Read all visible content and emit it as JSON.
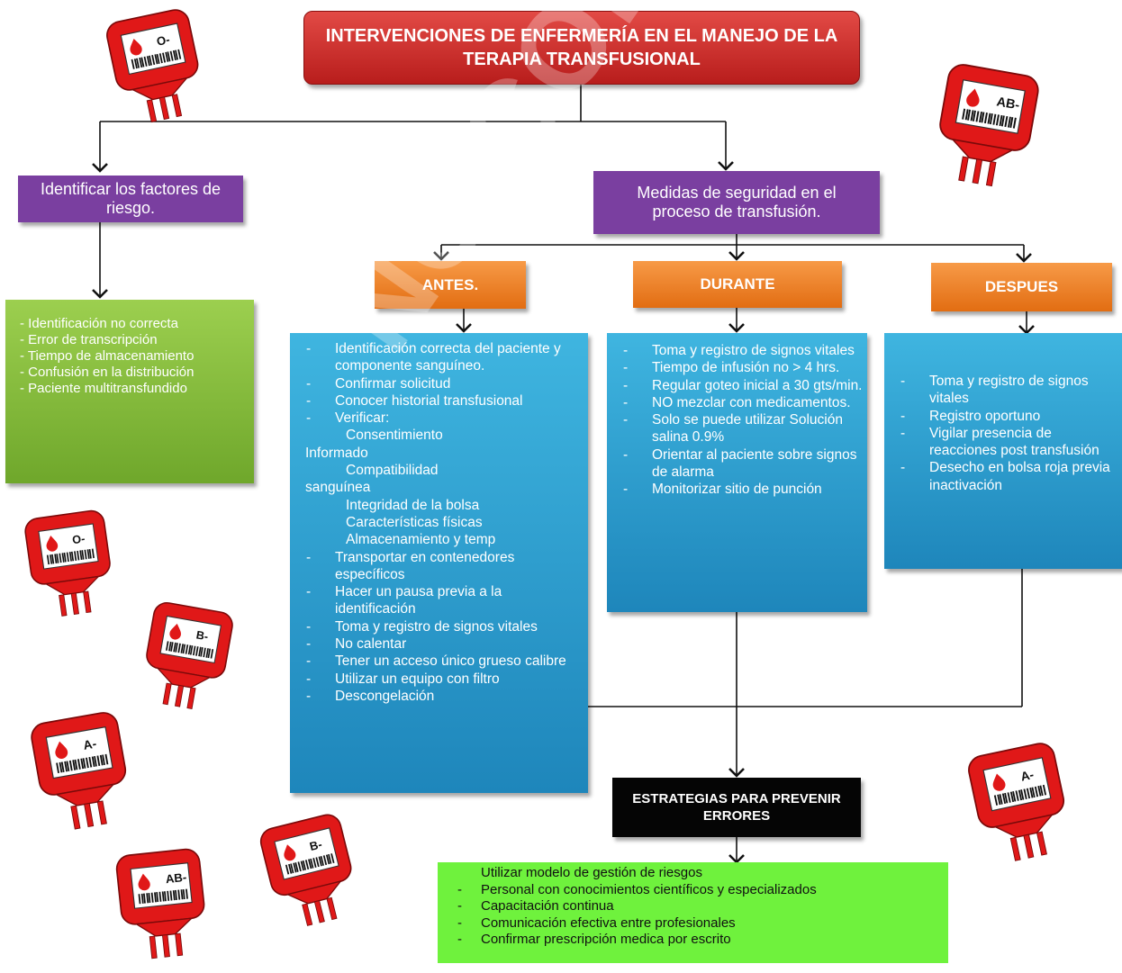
{
  "title": "INTERVENCIONES DE ENFERMERÍA EN EL MANEJO DE LA TERAPIA TRANSFUSIONAL",
  "left_branch": {
    "label": "Identificar los factores de riesgo.",
    "items": [
      "- Identificación no correcta",
      "- Error de transcripción",
      "- Tiempo de almacenamiento",
      "- Confusión en la distribución",
      "- Paciente multitransfundido"
    ]
  },
  "right_branch": {
    "label": "Medidas de seguridad en el proceso de transfusión."
  },
  "phases": {
    "antes": {
      "label": "ANTES.",
      "items": [
        {
          "t": "Identificación correcta del paciente y componente sanguíneo.",
          "k": "b"
        },
        {
          "t": "Confirmar solicitud",
          "k": "b"
        },
        {
          "t": "Conocer historial transfusional",
          "k": "b"
        },
        {
          "t": "Verificar:",
          "k": "b"
        },
        {
          "t": "Consentimiento",
          "k": "s"
        },
        {
          "t": "Informado",
          "k": "n"
        },
        {
          "t": "Compatibilidad",
          "k": "s"
        },
        {
          "t": "sanguínea",
          "k": "n"
        },
        {
          "t": "Integridad de la bolsa",
          "k": "s"
        },
        {
          "t": "Características físicas",
          "k": "s"
        },
        {
          "t": "Almacenamiento y temp",
          "k": "s"
        },
        {
          "t": "Transportar en contenedores específicos",
          "k": "b"
        },
        {
          "t": "Hacer un pausa previa a la identificación",
          "k": "b"
        },
        {
          "t": "Toma y registro de signos vitales",
          "k": "b"
        },
        {
          "t": "No calentar",
          "k": "b"
        },
        {
          "t": "Tener un acceso único grueso calibre",
          "k": "b"
        },
        {
          "t": "Utilizar un equipo con filtro",
          "k": "b"
        },
        {
          "t": "Descongelación",
          "k": "b"
        }
      ]
    },
    "durante": {
      "label": "DURANTE",
      "items": [
        {
          "t": "Toma y registro de signos vitales",
          "k": "b"
        },
        {
          "t": "Tiempo de infusión no > 4 hrs.",
          "k": "b"
        },
        {
          "t": "Regular goteo inicial a 30 gts/min.",
          "k": "b"
        },
        {
          "t": "NO mezclar con medicamentos.",
          "k": "b"
        },
        {
          "t": "Solo se puede utilizar Solución salina 0.9%",
          "k": "b"
        },
        {
          "t": "Orientar al paciente sobre signos de alarma",
          "k": "b"
        },
        {
          "t": "Monitorizar sitio de punción",
          "k": "b"
        }
      ]
    },
    "despues": {
      "label": "DESPUES",
      "items": [
        {
          "t": "Toma y registro de signos vitales",
          "k": "b"
        },
        {
          "t": "Registro oportuno",
          "k": "b"
        },
        {
          "t": "Vigilar presencia de reacciones post transfusión",
          "k": "b"
        },
        {
          "t": "Desecho en bolsa roja previa inactivación",
          "k": "b"
        }
      ]
    }
  },
  "strategies": {
    "label": "ESTRATEGIAS PARA PREVENIR ERRORES",
    "items": [
      "Utilizar modelo de gestión de riesgos",
      "Personal con conocimientos científicos y especializados",
      "Capacitación continua",
      "Comunicación efectiva entre profesionales",
      "Confirmar prescripción medica por escrito"
    ]
  },
  "watermark": "NO COPIAR",
  "blood_bags": [
    "O-",
    "AB-",
    "O-",
    "B-",
    "A-",
    "AB-",
    "B-",
    "A-"
  ],
  "colors": {
    "title_red": "#c9302c",
    "purple": "#7a3fa0",
    "orange": "#f0802a",
    "green": "#86bb3d",
    "blue": "#2a9fd0",
    "lime": "#6ff23d",
    "black": "#050505",
    "bag_red": "#e01818"
  }
}
